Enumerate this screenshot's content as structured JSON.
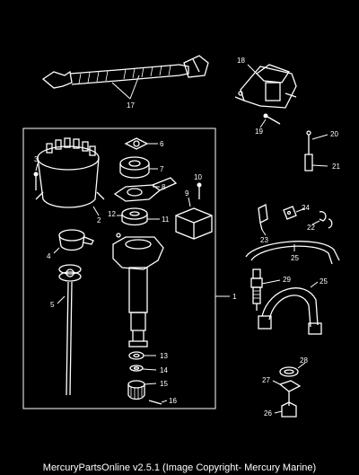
{
  "diagram": {
    "callouts": {
      "c1": "1",
      "c2": "2",
      "c3": "3",
      "c4": "4",
      "c5": "5",
      "c6": "6",
      "c7": "7",
      "c8": "8",
      "c9": "9",
      "c10": "10",
      "c11": "11",
      "c12": "12",
      "c13": "13",
      "c14": "14",
      "c15": "15",
      "c16": "16",
      "c17": "17",
      "c18": "18",
      "c19": "19",
      "c20": "20",
      "c21": "21",
      "c22": "22",
      "c23": "23",
      "c24": "24",
      "c25a": "25",
      "c25b": "25",
      "c26": "26",
      "c27": "27",
      "c28": "28",
      "c29": "29"
    }
  },
  "footer": {
    "text": "MercuryPartsOnline v2.5.1 (Image Copyright- Mercury Marine)"
  }
}
